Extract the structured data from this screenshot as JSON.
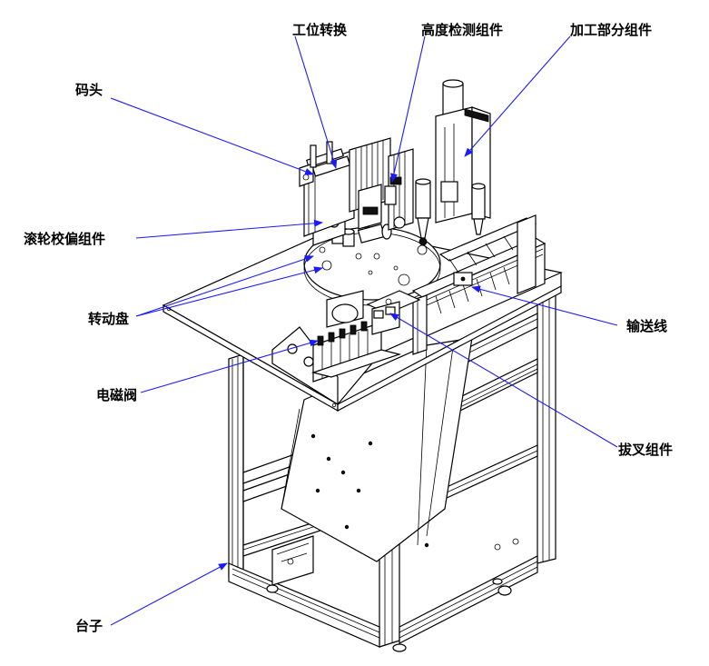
{
  "labels": {
    "ma_tou": "码头",
    "gong_wei_zhuan_huan": "工位转换",
    "gao_du_jian_ce": "高度检测组件",
    "jia_gong_bu_fen": "加工部分组件",
    "gun_lun_jiao_pian": "滚轮校偏组件",
    "zhuan_dong_pan": "转动盘",
    "shu_song_xian": "输送线",
    "dian_ci_fa": "电磁阀",
    "bo_cha": "拔叉组件",
    "tai_zi": "台子"
  },
  "colors": {
    "leader": "#1a1aff",
    "line": "#000000",
    "background": "#ffffff"
  }
}
